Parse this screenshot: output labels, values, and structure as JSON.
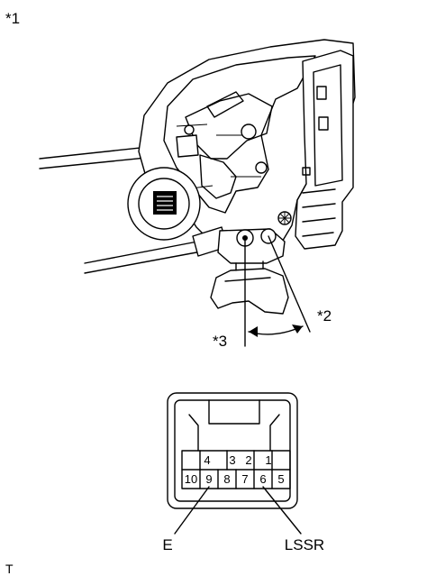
{
  "labels": {
    "callout_1": "*1",
    "callout_2": "*2",
    "callout_3": "*3",
    "footer_mark": "T"
  },
  "connector": {
    "top_row": [
      "4",
      "3",
      "2",
      "1"
    ],
    "bottom_row": [
      "10",
      "9",
      "8",
      "7",
      "6",
      "5"
    ],
    "terminal_left": "E",
    "terminal_right": "LSSR"
  }
}
